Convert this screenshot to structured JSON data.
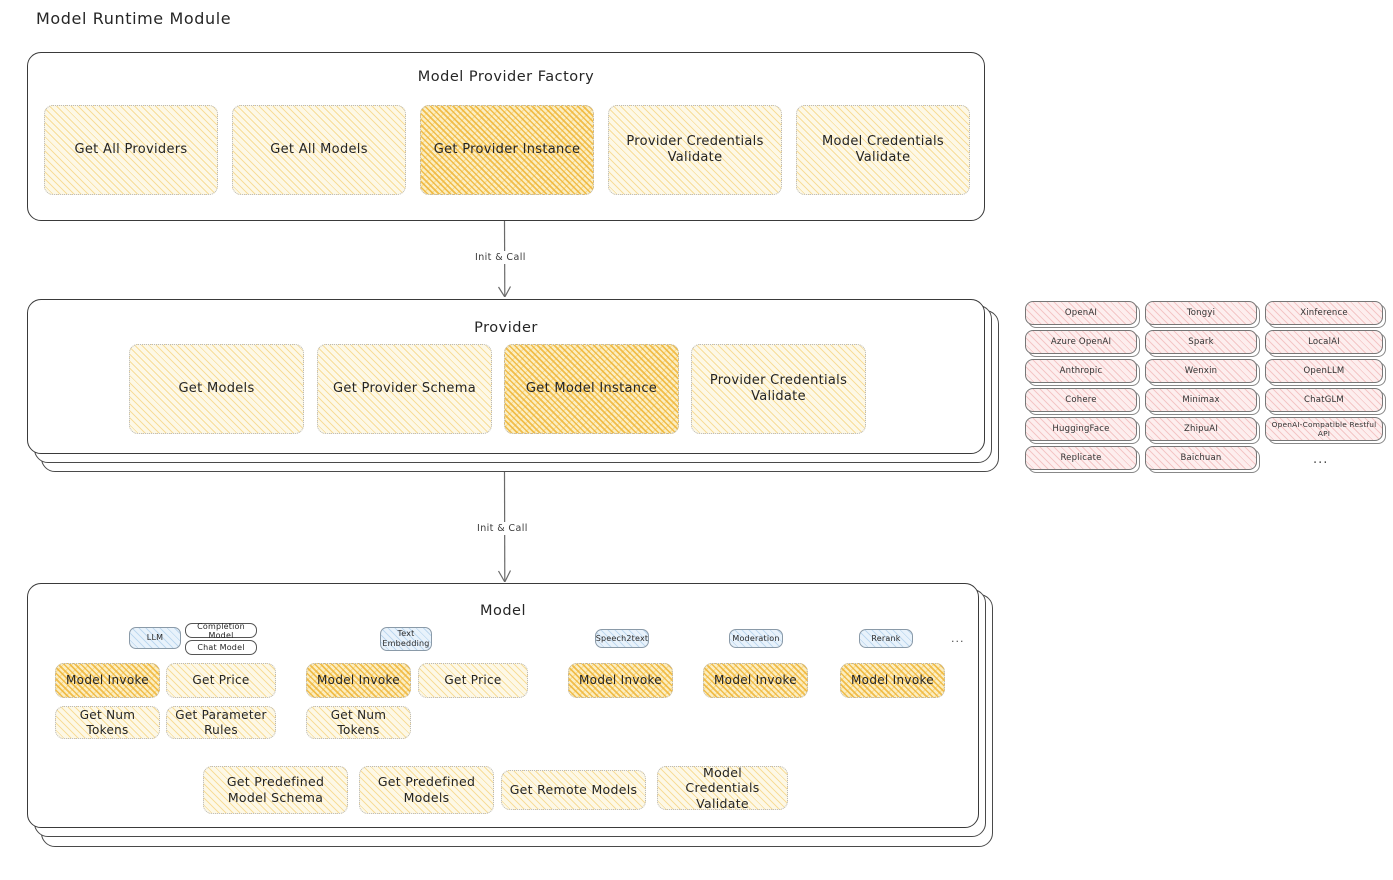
{
  "page": {
    "title": "Model Runtime Module"
  },
  "sections": {
    "factory": {
      "title": "Model Provider Factory",
      "nodes": [
        {
          "label": "Get All Providers",
          "highlighted": false
        },
        {
          "label": "Get All Models",
          "highlighted": false
        },
        {
          "label": "Get Provider Instance",
          "highlighted": true
        },
        {
          "label": "Provider Credentials Validate",
          "highlighted": false
        },
        {
          "label": "Model Credentials Validate",
          "highlighted": false
        }
      ]
    },
    "provider": {
      "title": "Provider",
      "nodes": [
        {
          "label": "Get Models",
          "highlighted": false
        },
        {
          "label": "Get Provider Schema",
          "highlighted": false
        },
        {
          "label": "Get Model Instance",
          "highlighted": true
        },
        {
          "label": "Provider Credentials Validate",
          "highlighted": false
        }
      ]
    },
    "model": {
      "title": "Model",
      "groups": [
        {
          "type_label": "LLM",
          "sub_chips": [
            "Completion Model",
            "Chat Model"
          ],
          "nodes": [
            {
              "label": "Model Invoke",
              "highlighted": true
            },
            {
              "label": "Get Price",
              "highlighted": false
            },
            {
              "label": "Get Num Tokens",
              "highlighted": false
            },
            {
              "label": "Get Parameter Rules",
              "highlighted": false
            }
          ]
        },
        {
          "type_label": "Text Embedding",
          "sub_chips": [],
          "nodes": [
            {
              "label": "Model Invoke",
              "highlighted": true
            },
            {
              "label": "Get Price",
              "highlighted": false
            },
            {
              "label": "Get Num Tokens",
              "highlighted": false
            }
          ]
        },
        {
          "type_label": "Speech2text",
          "sub_chips": [],
          "nodes": [
            {
              "label": "Model Invoke",
              "highlighted": true
            }
          ]
        },
        {
          "type_label": "Moderation",
          "sub_chips": [],
          "nodes": [
            {
              "label": "Model Invoke",
              "highlighted": true
            }
          ]
        },
        {
          "type_label": "Rerank",
          "sub_chips": [],
          "nodes": [
            {
              "label": "Model Invoke",
              "highlighted": true
            }
          ]
        }
      ],
      "more_types": "...",
      "shared_nodes": [
        {
          "label": "Get Predefined Model Schema",
          "highlighted": false
        },
        {
          "label": "Get Predefined Models",
          "highlighted": false
        },
        {
          "label": "Get Remote Models",
          "highlighted": false
        },
        {
          "label": "Model Credentials Validate",
          "highlighted": false
        }
      ]
    }
  },
  "connectors": [
    {
      "label": "Init & Call"
    },
    {
      "label": "Init & Call"
    }
  ],
  "provider_list": {
    "columns": [
      [
        "OpenAI",
        "Azure OpenAI",
        "Anthropic",
        "Cohere",
        "HuggingFace",
        "Replicate"
      ],
      [
        "Tongyi",
        "Spark",
        "Wenxin",
        "Minimax",
        "ZhipuAI",
        "Baichuan"
      ],
      [
        "Xinference",
        "LocalAI",
        "OpenLLM",
        "ChatGLM",
        "OpenAI-Compatible Restful API"
      ]
    ],
    "more": "..."
  },
  "colors": {
    "highlight_fill": "#f0b535",
    "light_fill": "#fdf8e6",
    "provider_chip": "#fdeeee",
    "model_type_chip": "#e8f2fb",
    "stroke": "#3a3a3a"
  }
}
